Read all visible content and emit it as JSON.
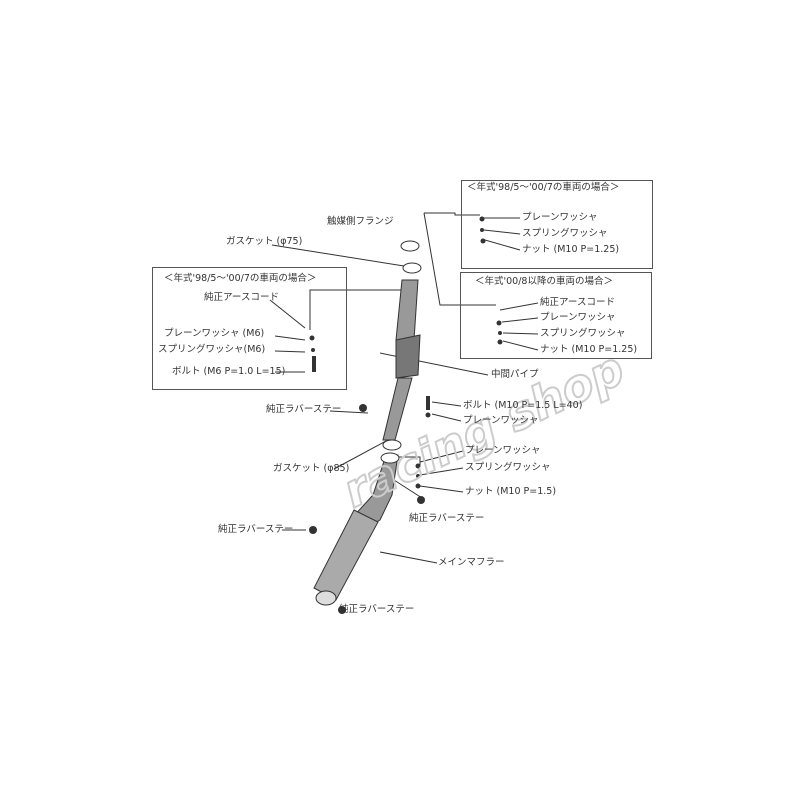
{
  "boxes": {
    "top_right": {
      "title": "＜年式'98/5～'00/7の車両の場合＞",
      "items": [
        "プレーンワッシャ",
        "スプリングワッシャ",
        "ナット (M10 P=1.25)"
      ]
    },
    "mid_right": {
      "title": "＜年式'00/8以降の車両の場合＞",
      "items": [
        "純正アースコード",
        "プレーンワッシャ",
        "スプリングワッシャ",
        "ナット (M10 P=1.25)"
      ]
    },
    "left": {
      "title": "＜年式'98/5～'00/7の車両の場合＞",
      "items": [
        "純正アースコード",
        "プレーンワッシャ (M6)",
        "スプリングワッシャ(M6)",
        "ボルト (M6 P=1.0 L=15)"
      ]
    }
  },
  "labels": {
    "cat_flange": "触媒側フランジ",
    "gasket75": "ガスケット (φ75)",
    "mid_pipe": "中間パイプ",
    "rubber_stay_1": "純正ラバーステー",
    "bolt_m10": "ボルト (M10 P=1.5 L=40)",
    "plain_washer_1": "プレーンワッシャ",
    "plain_washer_2": "プレーンワッシャ",
    "spring_washer_2": "スプリングワッシャ",
    "nut_m10_15": "ナット (M10 P=1.5)",
    "gasket85": "ガスケット (φ85)",
    "rubber_stay_2": "純正ラバーステー",
    "rubber_stay_3": "純正ラバーステー",
    "main_muffler": "メインマフラー",
    "rubber_stay_4": "純正ラバーステー"
  },
  "watermark": "racing shop"
}
